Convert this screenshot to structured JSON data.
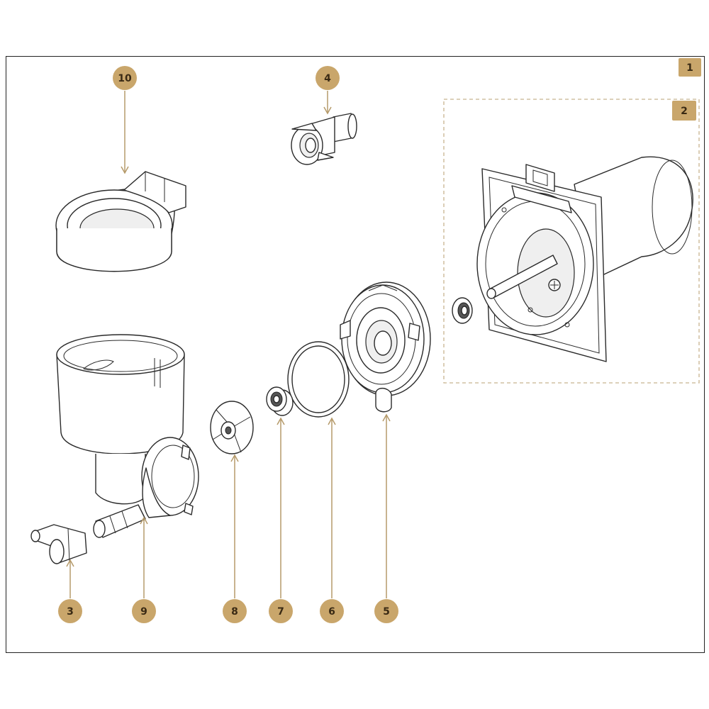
{
  "colors": {
    "callout_fill": "#c9a66b",
    "callout_text": "#3a2a14",
    "leader": "#b59a6a",
    "group_border": "#c8b48f"
  },
  "callouts": [
    {
      "id": "1",
      "label": "1"
    },
    {
      "id": "2",
      "label": "2"
    },
    {
      "id": "3",
      "label": "3"
    },
    {
      "id": "4",
      "label": "4"
    },
    {
      "id": "5",
      "label": "5"
    },
    {
      "id": "6",
      "label": "6"
    },
    {
      "id": "7",
      "label": "7"
    },
    {
      "id": "8",
      "label": "8"
    },
    {
      "id": "9",
      "label": "9"
    },
    {
      "id": "10",
      "label": "10"
    }
  ]
}
